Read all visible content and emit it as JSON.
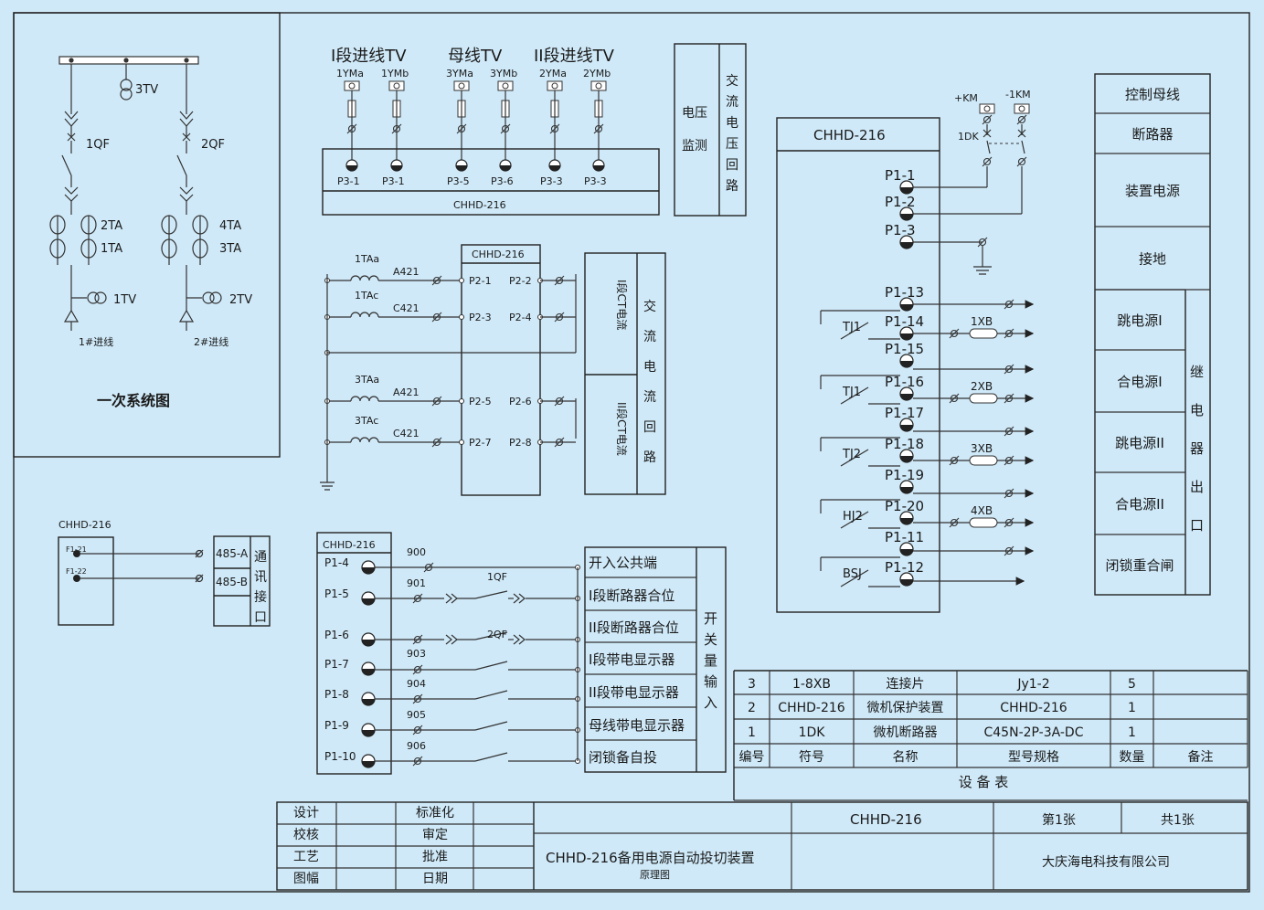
{
  "primary": {
    "tv3": "3TV",
    "qf1": "1QF",
    "qf2": "2QF",
    "ta2": "2TA",
    "ta1": "1TA",
    "ta4": "4TA",
    "ta3": "3TA",
    "tv1": "1TV",
    "tv2": "2TV",
    "feeder1": "1#进线",
    "feeder2": "2#进线",
    "title": "一次系统图"
  },
  "tv_block": {
    "head1": "I段进线TV",
    "head2": "母线TV",
    "head3": "II段进线TV",
    "top_labels": [
      "1YMa",
      "1YMb",
      "3YMa",
      "3YMb",
      "2YMa",
      "2YMb"
    ],
    "terminals": [
      "P3-1",
      "P3-1",
      "P3-5",
      "P3-6",
      "P3-3",
      "P3-3"
    ],
    "device": "CHHD-216",
    "side_left": [
      "电压",
      "监测"
    ],
    "side_right": [
      "交",
      "流",
      "电",
      "压",
      "回",
      "路"
    ]
  },
  "ct_block": {
    "device": "CHHD-216",
    "ct_names": [
      "1TAa",
      "1TAc",
      "3TAa",
      "3TAc"
    ],
    "phases": [
      "A421",
      "C421",
      "A421",
      "C421"
    ],
    "left_terms": [
      "P2-1",
      "P2-3",
      "P2-5",
      "P2-7"
    ],
    "right_terms": [
      "P2-2",
      "P2-4",
      "P2-6",
      "P2-8"
    ],
    "label_i": "I段CT电流",
    "label_ii": "II段CT电流",
    "side": [
      "交",
      "流",
      "电",
      "流",
      "回",
      "路"
    ]
  },
  "comm": {
    "device": "CHHD-216",
    "term1": "F1-21",
    "term2": "F1-22",
    "port_a": "485-A",
    "port_b": "485-B",
    "side": [
      "通",
      "讯",
      "接",
      "口"
    ]
  },
  "di_block": {
    "device": "CHHD-216",
    "terms": [
      "P1-4",
      "P1-5",
      "P1-6",
      "P1-7",
      "P1-8",
      "P1-9",
      "P1-10"
    ],
    "wires": [
      "900",
      "901",
      "903",
      "904",
      "905",
      "906"
    ],
    "qf1": "1QF",
    "qf2": "2QF",
    "labels": [
      "开入公共端",
      "I段断路器合位",
      "II段断路器合位",
      "I段带电显示器",
      "II段带电显示器",
      "母线带电显示器",
      "闭锁备自投"
    ],
    "side": [
      "开",
      "关",
      "量",
      "输",
      "入"
    ]
  },
  "out_block": {
    "device": "CHHD-216",
    "km_pos": "+KM",
    "km_neg": "-1KM",
    "dk": "1DK",
    "terms": [
      "P1-1",
      "P1-2",
      "P1-3",
      "P1-13",
      "P1-14",
      "P1-15",
      "P1-16",
      "P1-17",
      "P1-18",
      "P1-19",
      "P1-20",
      "P1-11",
      "P1-12"
    ],
    "relays": [
      "TJ1",
      "TJ1",
      "TJ2",
      "HJ2",
      "BSJ"
    ],
    "xb": [
      "1XB",
      "2XB",
      "3XB",
      "4XB"
    ]
  },
  "right_table": {
    "rows": [
      "控制母线",
      "断路器",
      "装置电源",
      "接地",
      "跳电源I",
      "合电源I",
      "跳电源II",
      "合电源II",
      "闭锁重合闸"
    ],
    "side": [
      "继",
      "电",
      "器",
      "出",
      "口"
    ]
  },
  "equipment_table": {
    "rows": [
      [
        "3",
        "1-8XB",
        "连接片",
        "Jy1-2",
        "5",
        ""
      ],
      [
        "2",
        "CHHD-216",
        "微机保护装置",
        "CHHD-216",
        "1",
        ""
      ],
      [
        "1",
        "1DK",
        "微机断路器",
        "C45N-2P-3A-DC",
        "1",
        ""
      ]
    ],
    "header": [
      "编号",
      "符号",
      "名称",
      "型号规格",
      "数量",
      "备注"
    ],
    "caption": "设   备   表"
  },
  "title_block": {
    "roles_left": [
      "设计",
      "校核",
      "工艺",
      "图幅"
    ],
    "roles_right": [
      "标准化",
      "审定",
      "批准",
      "日期"
    ],
    "title": "CHHD-216备用电源自动投切装置",
    "subtitle": "原理图",
    "code": "CHHD-216",
    "sheet": "第1张",
    "total": "共1张",
    "company": "大庆海电科技有限公司"
  }
}
